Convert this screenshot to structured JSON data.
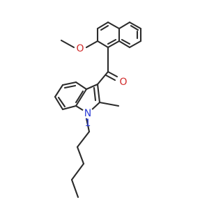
{
  "atoms": {
    "oxygen_methoxy": "O",
    "oxygen_carbonyl": "O",
    "nitrogen_indole": "N",
    "nitrogen_locant": "1"
  },
  "colors": {
    "bond": "#2b2b2b",
    "oxygen": "#d12a2a",
    "nitrogen": "#2a3bd6"
  }
}
